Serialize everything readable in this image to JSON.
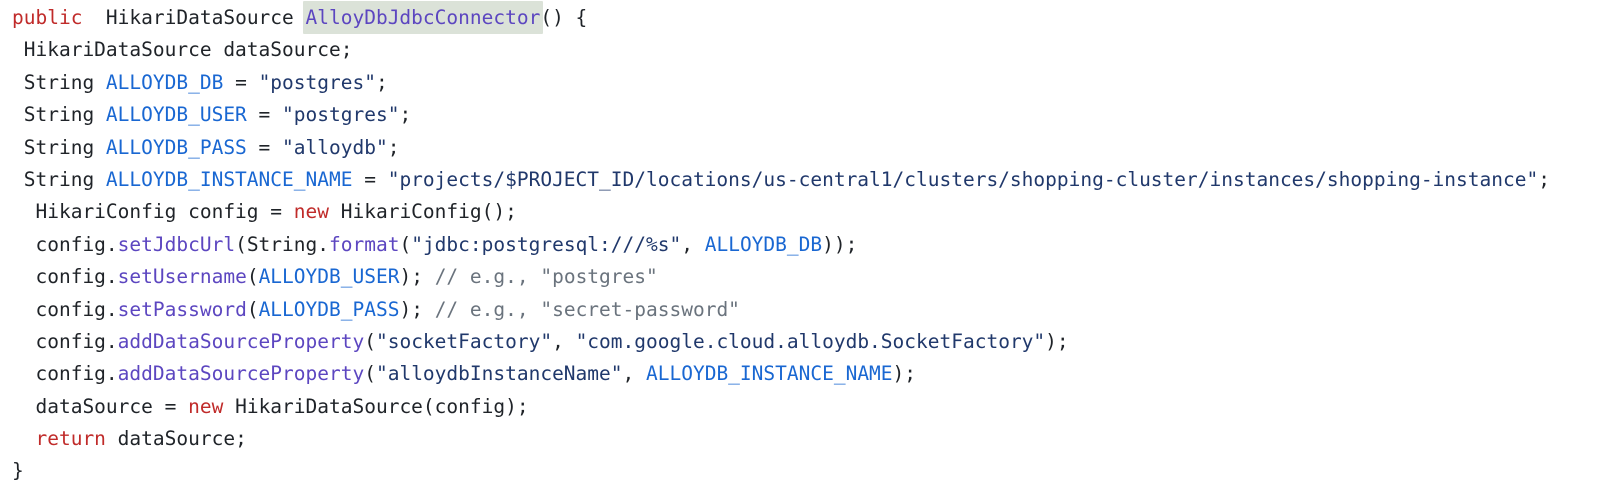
{
  "colors": {
    "background": "#ffffff",
    "plain": "#1f2328",
    "keyword": "#c02b2a",
    "constant": "#1967d2",
    "string": "#20386b",
    "method": "#5c46c0",
    "comment": "#6a737d",
    "highlight_bg": "#dbe2d8"
  },
  "code": {
    "language": "java",
    "highlighted_symbol": "AlloyDbJdbcConnector",
    "lines": [
      [
        {
          "t": "public",
          "c": "k"
        },
        {
          "t": "  HikariDataSource ",
          "c": "p"
        },
        {
          "t": "AlloyDbJdbcConnector",
          "c": "mh"
        },
        {
          "t": "() {",
          "c": "p"
        }
      ],
      [
        {
          "t": " HikariDataSource dataSource;",
          "c": "p"
        }
      ],
      [
        {
          "t": " String ",
          "c": "p"
        },
        {
          "t": "ALLOYDB_DB",
          "c": "c"
        },
        {
          "t": " = ",
          "c": "p"
        },
        {
          "t": "\"postgres\"",
          "c": "s"
        },
        {
          "t": ";",
          "c": "p"
        }
      ],
      [
        {
          "t": " String ",
          "c": "p"
        },
        {
          "t": "ALLOYDB_USER",
          "c": "c"
        },
        {
          "t": " = ",
          "c": "p"
        },
        {
          "t": "\"postgres\"",
          "c": "s"
        },
        {
          "t": ";",
          "c": "p"
        }
      ],
      [
        {
          "t": " String ",
          "c": "p"
        },
        {
          "t": "ALLOYDB_PASS",
          "c": "c"
        },
        {
          "t": " = ",
          "c": "p"
        },
        {
          "t": "\"alloydb\"",
          "c": "s"
        },
        {
          "t": ";",
          "c": "p"
        }
      ],
      [
        {
          "t": " String ",
          "c": "p"
        },
        {
          "t": "ALLOYDB_INSTANCE_NAME",
          "c": "c"
        },
        {
          "t": " = ",
          "c": "p"
        },
        {
          "t": "\"projects/$PROJECT_ID/locations/us-central1/clusters/shopping-cluster/instances/shopping-instance\"",
          "c": "s"
        },
        {
          "t": ";",
          "c": "p"
        }
      ],
      [
        {
          "t": "  HikariConfig config = ",
          "c": "p"
        },
        {
          "t": "new",
          "c": "k"
        },
        {
          "t": " HikariConfig();",
          "c": "p"
        }
      ],
      [
        {
          "t": "  config.",
          "c": "p"
        },
        {
          "t": "setJdbcUrl",
          "c": "m"
        },
        {
          "t": "(String.",
          "c": "p"
        },
        {
          "t": "format",
          "c": "m"
        },
        {
          "t": "(",
          "c": "p"
        },
        {
          "t": "\"jdbc:postgresql:///%s\"",
          "c": "s"
        },
        {
          "t": ", ",
          "c": "p"
        },
        {
          "t": "ALLOYDB_DB",
          "c": "c"
        },
        {
          "t": "));",
          "c": "p"
        }
      ],
      [
        {
          "t": "  config.",
          "c": "p"
        },
        {
          "t": "setUsername",
          "c": "m"
        },
        {
          "t": "(",
          "c": "p"
        },
        {
          "t": "ALLOYDB_USER",
          "c": "c"
        },
        {
          "t": "); ",
          "c": "p"
        },
        {
          "t": "// e.g., \"postgres\"",
          "c": "g"
        }
      ],
      [
        {
          "t": "  config.",
          "c": "p"
        },
        {
          "t": "setPassword",
          "c": "m"
        },
        {
          "t": "(",
          "c": "p"
        },
        {
          "t": "ALLOYDB_PASS",
          "c": "c"
        },
        {
          "t": "); ",
          "c": "p"
        },
        {
          "t": "// e.g., \"secret-password\"",
          "c": "g"
        }
      ],
      [
        {
          "t": "  config.",
          "c": "p"
        },
        {
          "t": "addDataSourceProperty",
          "c": "m"
        },
        {
          "t": "(",
          "c": "p"
        },
        {
          "t": "\"socketFactory\"",
          "c": "s"
        },
        {
          "t": ", ",
          "c": "p"
        },
        {
          "t": "\"com.google.cloud.alloydb.SocketFactory\"",
          "c": "s"
        },
        {
          "t": ");",
          "c": "p"
        }
      ],
      [
        {
          "t": "  config.",
          "c": "p"
        },
        {
          "t": "addDataSourceProperty",
          "c": "m"
        },
        {
          "t": "(",
          "c": "p"
        },
        {
          "t": "\"alloydbInstanceName\"",
          "c": "s"
        },
        {
          "t": ", ",
          "c": "p"
        },
        {
          "t": "ALLOYDB_INSTANCE_NAME",
          "c": "c"
        },
        {
          "t": ");",
          "c": "p"
        }
      ],
      [
        {
          "t": "  dataSource = ",
          "c": "p"
        },
        {
          "t": "new",
          "c": "k"
        },
        {
          "t": " HikariDataSource(config);",
          "c": "p"
        }
      ],
      [
        {
          "t": "  ",
          "c": "p"
        },
        {
          "t": "return",
          "c": "k"
        },
        {
          "t": " dataSource;",
          "c": "p"
        }
      ],
      [
        {
          "t": "}",
          "c": "p"
        }
      ]
    ]
  }
}
